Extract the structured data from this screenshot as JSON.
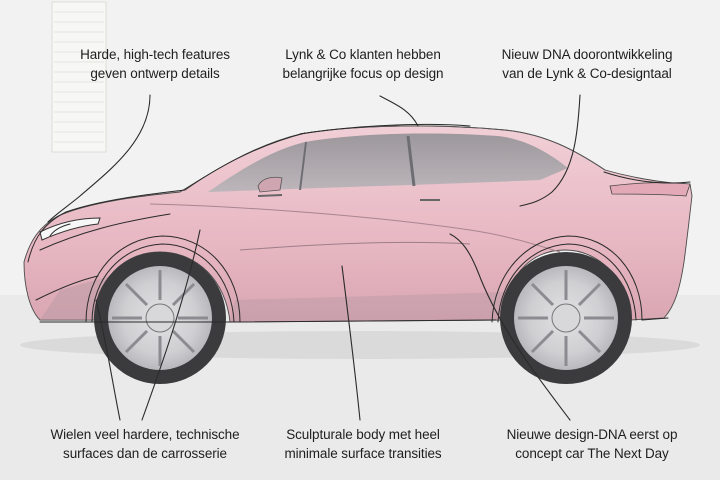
{
  "annotations": {
    "top_left": {
      "line1": "Harde, high-tech features",
      "line2": "geven ontwerp details"
    },
    "top_center": {
      "line1": "Lynk & Co klanten hebben",
      "line2": "belangrijke focus op design"
    },
    "top_right": {
      "line1": "Nieuw DNA doorontwikkeling",
      "line2": "van de Lynk & Co-designtaal"
    },
    "bottom_left": {
      "line1": "Wielen veel hardere, technische",
      "line2": "surfaces dan de carrosserie"
    },
    "bottom_center": {
      "line1": "Sculpturale body met heel",
      "line2": "minimale surface transities"
    },
    "bottom_right": {
      "line1": "Nieuwe design-DNA eerst op",
      "line2": "concept car The Next Day"
    }
  },
  "colors": {
    "background": "#efefef",
    "body_paint": "#e9bcc7",
    "glass": "#9a9a9d",
    "sketch_line": "#2a2a2a"
  }
}
